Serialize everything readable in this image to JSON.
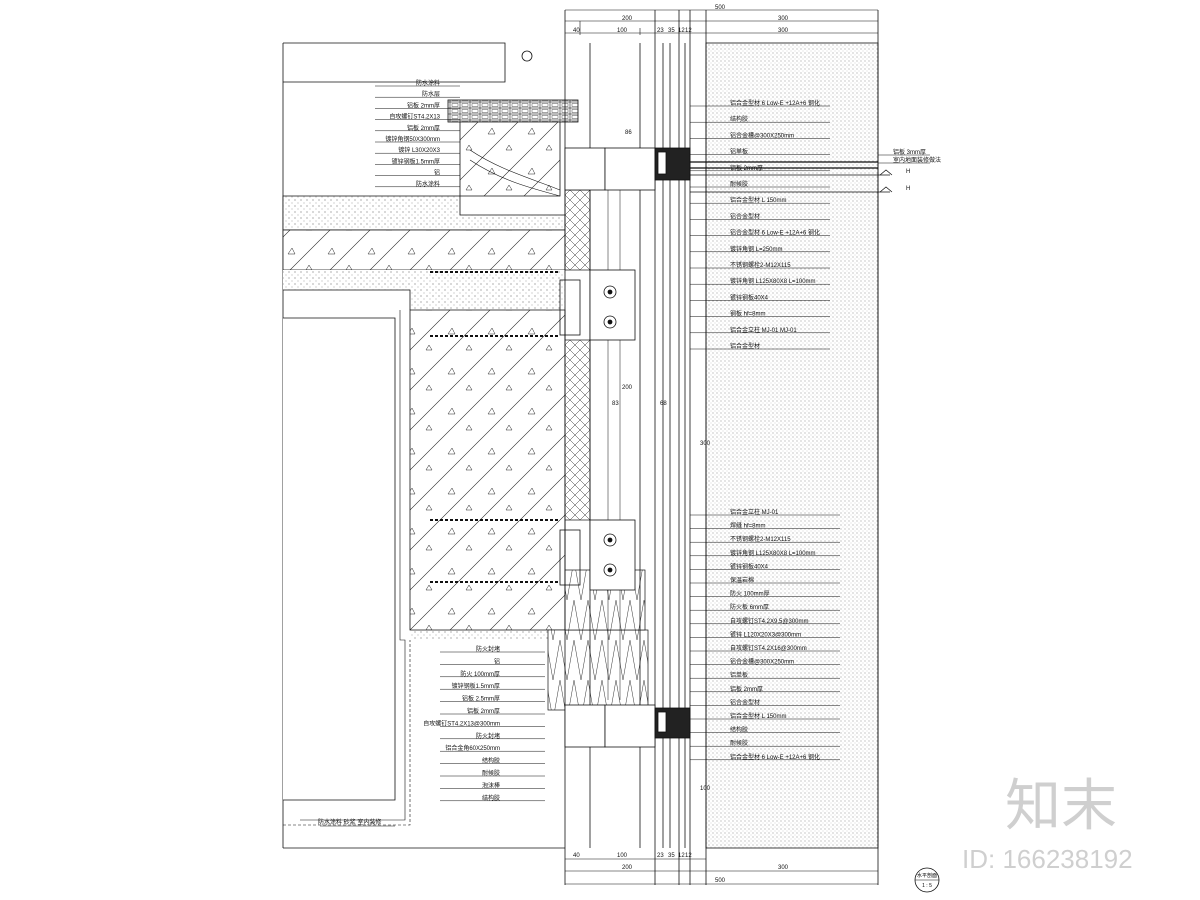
{
  "top_dims": {
    "overall": "500",
    "row2": [
      "200",
      "300"
    ],
    "row3": [
      "40",
      "100",
      "23",
      "35",
      "12",
      "12",
      "300"
    ]
  },
  "bottom_dims": {
    "row1": [
      "40",
      "100",
      "23",
      "35",
      "12",
      "12"
    ],
    "row2": [
      "200",
      "300"
    ],
    "overall": "500"
  },
  "right_notes": [
    "铝合金型材 6 Low-E +12A+6 钢化",
    "结构胶",
    "铝合金槽@300X250mm",
    "铝单板",
    "铝板 2mm厚",
    "耐候胶",
    "铝合金型材 L 150mm",
    "铝合金型材",
    "铝合金型材 6 Low-E +12A+6 钢化",
    "镀锌角钢 L=250mm",
    "不锈钢螺栓2-M12X115",
    "镀锌角钢 L125X80X8 L=100mm",
    "镀锌钢板40X4",
    "钢板 hf=8mm",
    "铝合金立柱 MJ-01 MJ-01",
    "铝合金型材"
  ],
  "right_notes_lower": [
    "铝合金立柱 MJ-01",
    "焊缝 hf=8mm",
    "不锈钢螺栓2-M12X115",
    "镀锌角钢 L125X80X8 L=100mm",
    "镀锌钢板40X4",
    "保温岩棉",
    "防火 100mm厚",
    "防火板 6mm厚",
    "自攻螺钉ST4.2X9.5@300mm",
    "镀锌 L120X20X3@300mm",
    "自攻螺钉ST4.2X16@300mm",
    "铝合金槽@300X250mm",
    "铝单板",
    "铝板 2mm厚",
    "铝合金型材",
    "铝合金型材 L 150mm",
    "结构胶",
    "耐候胶",
    "铝合金型材 6 Low-E +12A+6 钢化"
  ],
  "left_notes_top": [
    "防水涂料",
    "防水层",
    "铝板 2mm厚",
    "自攻螺钉ST4.2X13",
    "铝板 2mm厚",
    "镀锌角钢50X300mm",
    "镀锌 L30X20X3",
    "镀锌钢板1.5mm厚",
    "铝",
    "防水涂料"
  ],
  "left_notes_bottom": [
    "防火封堵",
    "铝",
    "防火 100mm厚",
    "镀锌钢板1.5mm厚",
    "铝板 2.5mm厚",
    "铝板 2mm厚",
    "自攻螺钉ST4.2X13@300mm",
    "防火封堵",
    "铝合金角60X250mm",
    "结构胶",
    "耐候胶",
    "泡沫棒",
    "结构胶"
  ],
  "bottom_left_note": "防水涂料 砂浆 室内装修",
  "right_side_notes": [
    "铝板 3mm厚",
    "室内地面装修做法"
  ],
  "level_marks": [
    "H",
    "H"
  ],
  "internal_dims": {
    "d86": "86",
    "d200": "200",
    "d83": "83",
    "d68": "68",
    "d300": "300",
    "d100": "100"
  },
  "title_badge": [
    "水平剖面",
    "1 : 5"
  ],
  "watermark": {
    "brand": "知末",
    "id_label": "ID: 166238192"
  }
}
